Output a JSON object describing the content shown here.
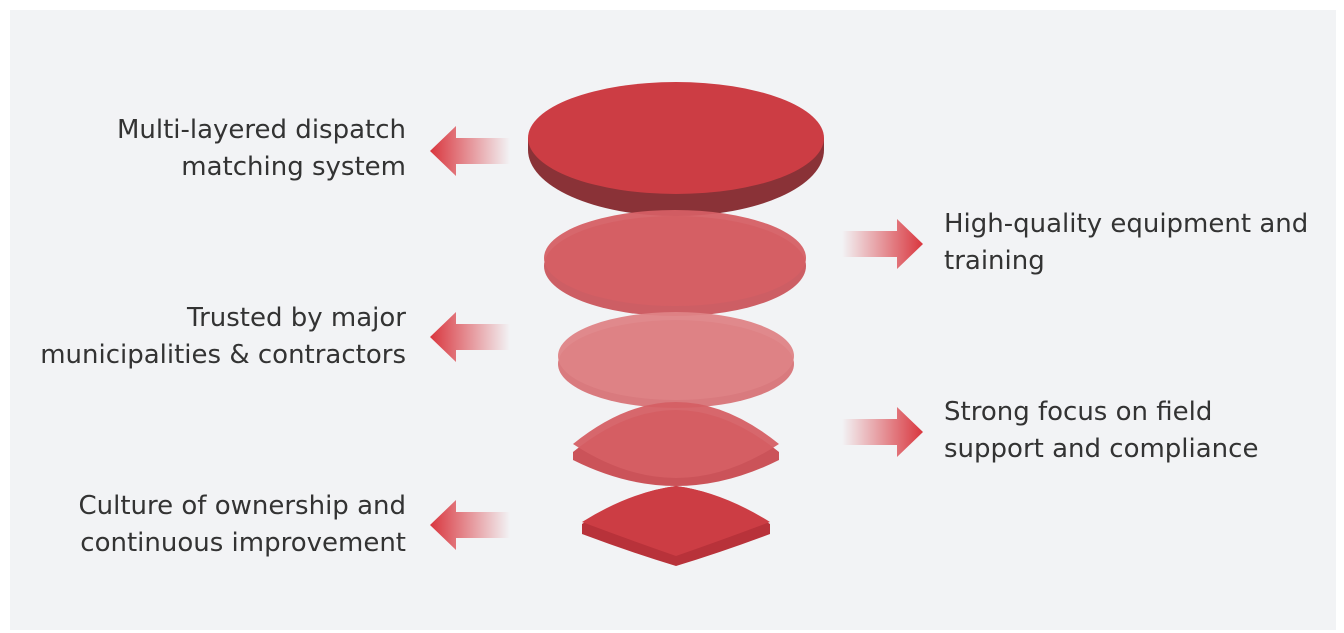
{
  "items": [
    {
      "lines": [
        "Multi-layered dispatch",
        "matching system"
      ]
    },
    {
      "lines": [
        "High-quality equipment and",
        "training"
      ]
    },
    {
      "lines": [
        "Trusted by major",
        "municipalities & contractors"
      ]
    },
    {
      "lines": [
        "Strong focus on field",
        "support and compliance"
      ]
    },
    {
      "lines": [
        "Culture of ownership and",
        "continuous improvement"
      ]
    }
  ],
  "colors": {
    "background": "#f2f3f5",
    "layer_1": "#cc3d44",
    "layer_2": "#d55f64",
    "layer_3": "#de8386",
    "layer_4": "#d55f64",
    "layer_5": "#cc3d44",
    "arrow": "#d9363e",
    "text": "#333333"
  }
}
